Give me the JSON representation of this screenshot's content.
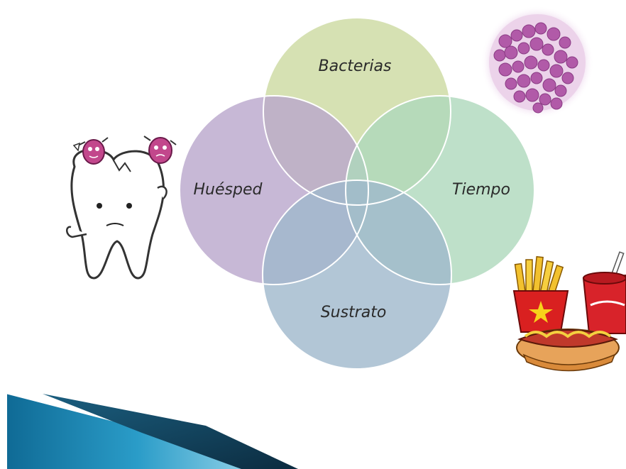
{
  "diagram": {
    "circles": [
      {
        "key": "top",
        "label": "Bacterias",
        "color": "#cfdca6"
      },
      {
        "key": "left",
        "label": "Huésped",
        "color": "#b9a6cc"
      },
      {
        "key": "right",
        "label": "Tiempo",
        "color": "#aed8bb"
      },
      {
        "key": "bottom",
        "label": "Sustrato",
        "color": "#9fb8cc"
      }
    ]
  },
  "illustrations": {
    "bacteria": "bacteria-micrograph",
    "tooth": "sad-tooth-with-germs",
    "food": "fast-food"
  },
  "accent_colors": {
    "banner_light": "#7fd3ee",
    "banner_mid": "#1f8fb8",
    "banner_dark": "#0e3f5a"
  }
}
